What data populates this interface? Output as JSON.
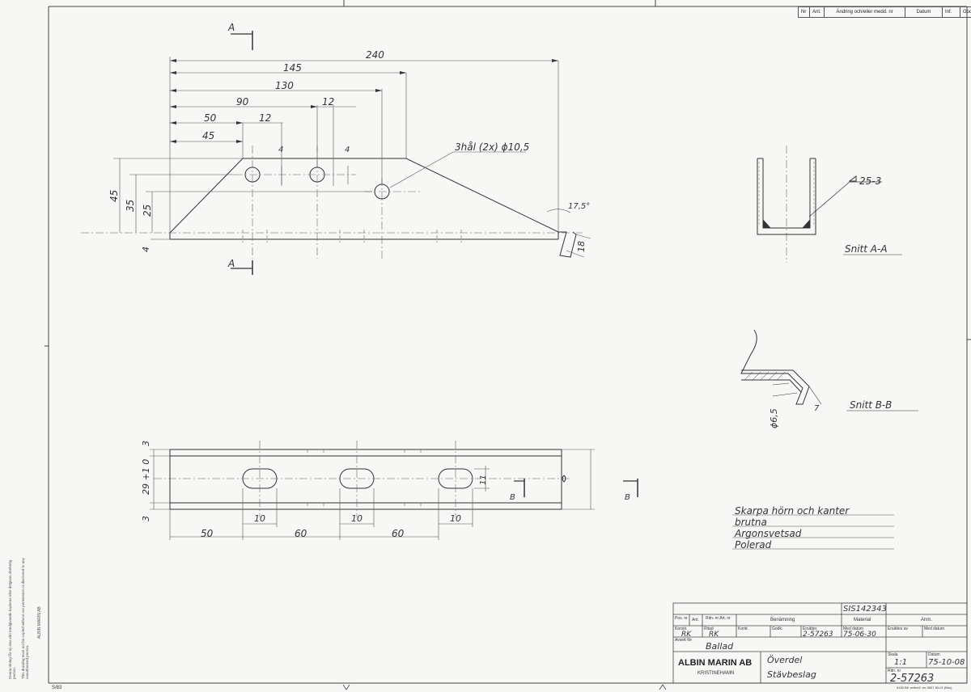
{
  "revision_table": {
    "nr": "Nr",
    "ant": "Ant.",
    "change": "Ändring och/eller medd. nr",
    "datum": "Datum",
    "inf": "Inf.",
    "godk": "Godk."
  },
  "top_view": {
    "section_marker_top": "A",
    "section_marker_bottom": "A",
    "dims": {
      "d240": "240",
      "d145": "145",
      "d130": "130",
      "d90": "90",
      "d12a": "12",
      "d50": "50",
      "d12b": "12",
      "d45": "45",
      "d4a": "4",
      "d4b": "4",
      "h45": "45",
      "h35": "35",
      "h25": "25",
      "h4": "4",
      "angle": "17,5°",
      "d18": "18"
    },
    "hole_note": "3hål (2x) ϕ10,5"
  },
  "section_aa": {
    "weld": "25-3",
    "label": "Snitt A-A"
  },
  "section_bb": {
    "d65": "ϕ6,5",
    "d7": "7",
    "label": "Snitt B-B"
  },
  "bottom_view": {
    "dims": {
      "v3a": "3",
      "v29": "29 +1 0",
      "v3b": "3",
      "s11": "11",
      "w10a": "10",
      "w10b": "10",
      "w10c": "10",
      "p50": "50",
      "p60a": "60",
      "p60b": "60"
    },
    "marker_b1": "B",
    "marker_b2": "B"
  },
  "notes": [
    "Skarpa hörn och kanter",
    "brutna",
    "Argonsvetsad",
    "Polerad"
  ],
  "title_block": {
    "drawing_ref": "SIS142343",
    "pos_label": "Pos. nr",
    "ant_label": "Ant.",
    "ritn_label": "Ritn. nr Art. nr",
    "benamning_label": "Benämning",
    "material_label": "Material",
    "anm_label": "Anm.",
    "konstr_label": "Konstr.",
    "konstr_value": "RK",
    "ritad_label": "Ritad",
    "ritad_value": "RK",
    "kontr_label": "Kontr.",
    "godk_label": "Godk.",
    "ersatter_label": "Ersätter",
    "ersatter_value": "2-57263",
    "med_datum_label": "Med datum",
    "med_datum_value": "75-06-30",
    "ersattes_label": "Ersättes av",
    "med_datum2_label": "Med datum",
    "avsett_label": "Avsett för",
    "avsett_value": "Ballad",
    "company": "ALBIN MARIN AB",
    "city": "KRISTINEHAMN",
    "title1": "Överdel",
    "title2": "Stävbeslag",
    "skala_label": "Skala",
    "skala_value": "1:1",
    "datum_label": "Datum",
    "datum_value": "75-10-08",
    "ritn_nr_label": "Ritn. nr",
    "ritn_nr_value": "2-57263",
    "form_code": "5150 BE vetfort2 .ee 0607 80-01 (Bhs)"
  },
  "side_notice": {
    "company": "ALBIN MARIN AB",
    "sv": "Denna ritning får ej utan vårt medgivande kopieras eller delgivas obehörig person.",
    "en": "This drawing must not be copied without our permission or disclosed to any unauthorised person."
  },
  "corner_code": "S/83"
}
